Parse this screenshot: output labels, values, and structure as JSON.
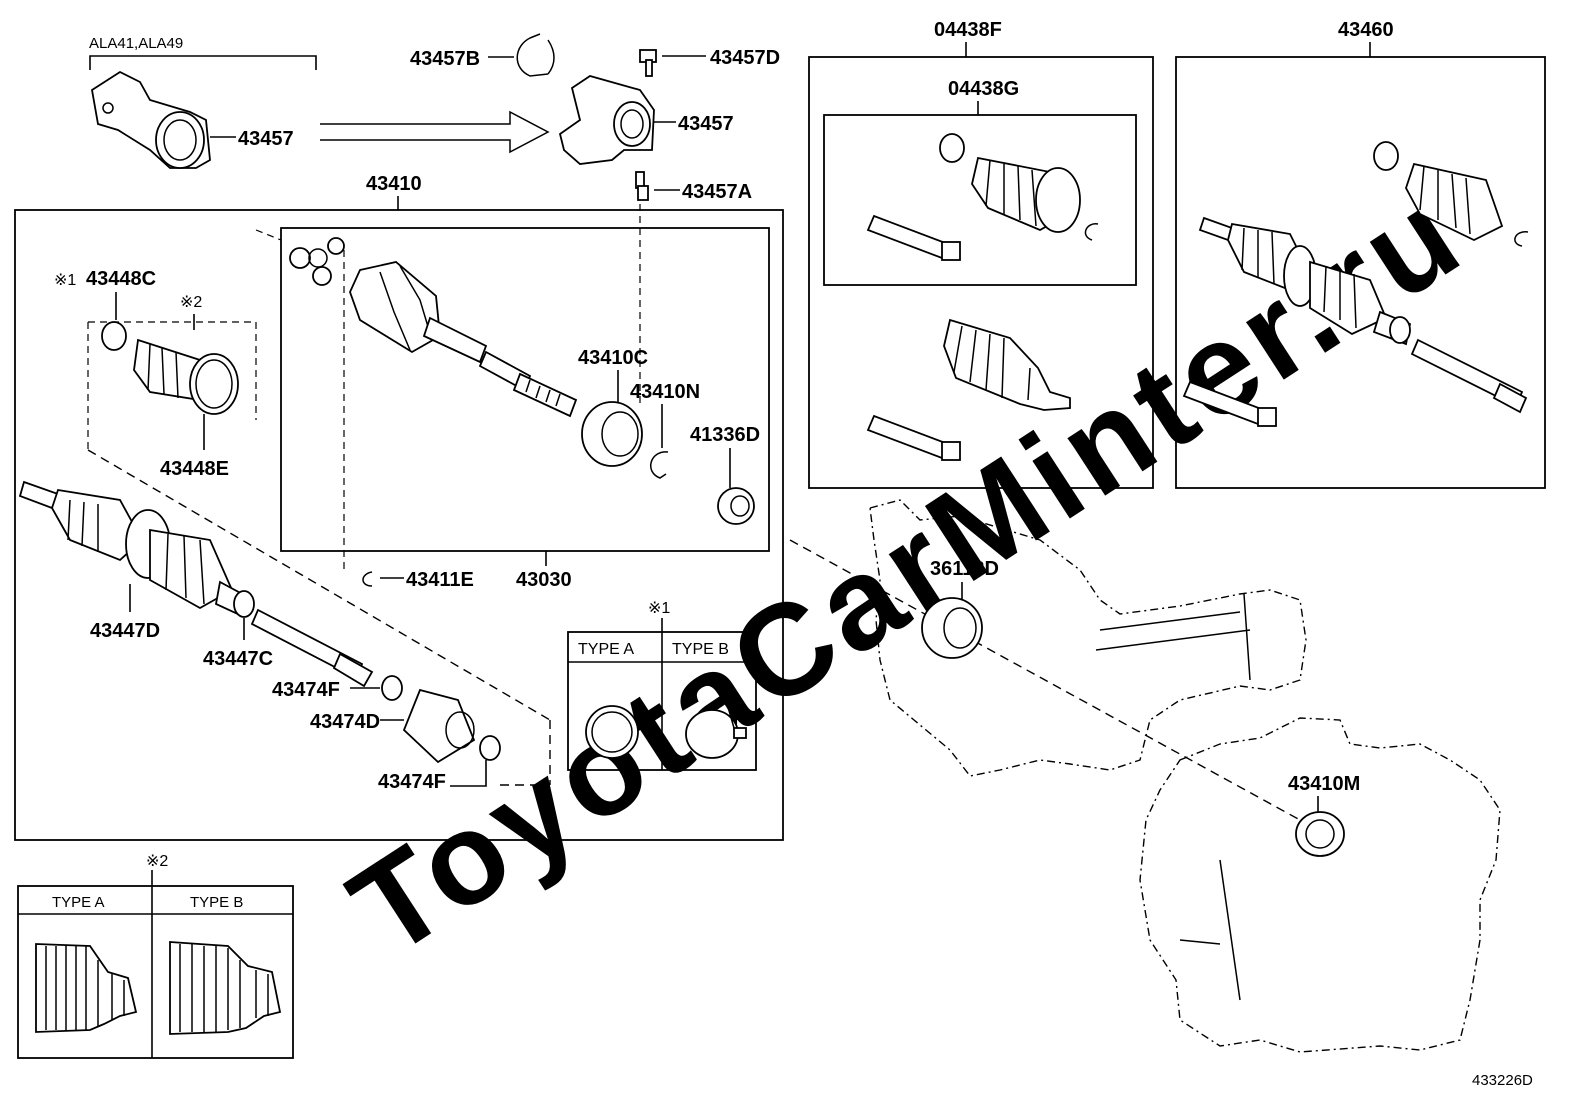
{
  "watermark": "ToyotaCarMinter.ru",
  "figure_code": "433226D",
  "notes": {
    "note1": "※1",
    "note2": "※2",
    "applicability": "ALA41,ALA49"
  },
  "groups": {
    "axle_assy": "43410",
    "inboard_joint": "43030",
    "boot_kit_outer": "04438F",
    "boot_kit_inner": "04438G",
    "shaft_assy": "43460"
  },
  "parts": {
    "p43457B": "43457B",
    "p43457D": "43457D",
    "p43457_left": "43457",
    "p43457_right": "43457",
    "p43457A": "43457A",
    "p43448C": "43448C",
    "p43448E": "43448E",
    "p43410C": "43410C",
    "p43410N": "43410N",
    "p41336D": "41336D",
    "p43411E": "43411E",
    "p43447D": "43447D",
    "p43447C": "43447C",
    "p43474F_a": "43474F",
    "p43474D": "43474D",
    "p43474F_b": "43474F",
    "p36113D": "36113D",
    "p43410M": "43410M"
  },
  "type_tables": {
    "clamp": {
      "note": "※1",
      "type_a": "TYPE A",
      "type_b": "TYPE B"
    },
    "boot": {
      "note": "※2",
      "type_a": "TYPE A",
      "type_b": "TYPE B"
    }
  }
}
